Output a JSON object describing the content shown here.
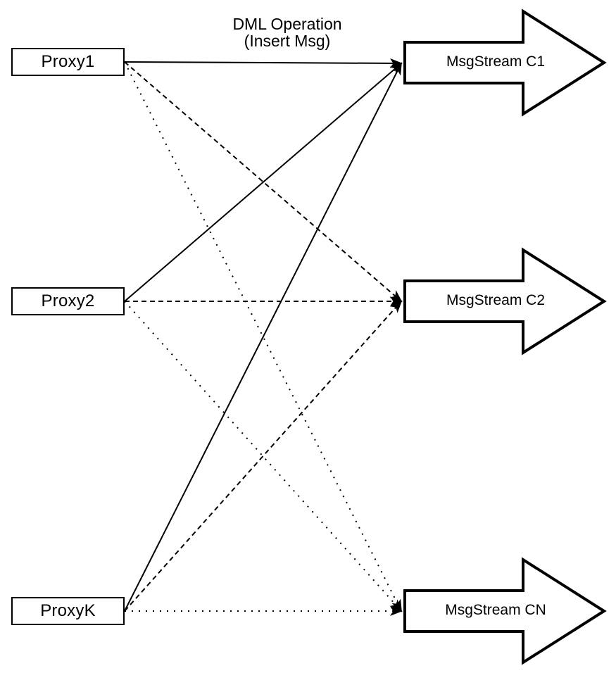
{
  "title_label": {
    "line1": "DML Operation",
    "line2": "(Insert Msg)"
  },
  "proxies": [
    {
      "id": "Proxy1",
      "label": "Proxy1"
    },
    {
      "id": "Proxy2",
      "label": "Proxy2"
    },
    {
      "id": "ProxyK",
      "label": "ProxyK"
    }
  ],
  "streams": [
    {
      "id": "C1",
      "label": "MsgStream C1",
      "incoming_line_style": "solid"
    },
    {
      "id": "C2",
      "label": "MsgStream C2",
      "incoming_line_style": "dashed"
    },
    {
      "id": "CN",
      "label": "MsgStream CN",
      "incoming_line_style": "dotted"
    }
  ],
  "edges": [
    {
      "from": "Proxy1",
      "to": "C1",
      "style": "solid"
    },
    {
      "from": "Proxy2",
      "to": "C1",
      "style": "solid"
    },
    {
      "from": "ProxyK",
      "to": "C1",
      "style": "solid"
    },
    {
      "from": "Proxy1",
      "to": "C2",
      "style": "dashed"
    },
    {
      "from": "Proxy2",
      "to": "C2",
      "style": "dashed"
    },
    {
      "from": "ProxyK",
      "to": "C2",
      "style": "dashed"
    },
    {
      "from": "Proxy1",
      "to": "CN",
      "style": "dotted"
    },
    {
      "from": "Proxy2",
      "to": "CN",
      "style": "dotted"
    },
    {
      "from": "ProxyK",
      "to": "CN",
      "style": "dotted"
    }
  ],
  "colors": {
    "stroke": "#000000",
    "fill": "#ffffff",
    "text": "#000000"
  }
}
